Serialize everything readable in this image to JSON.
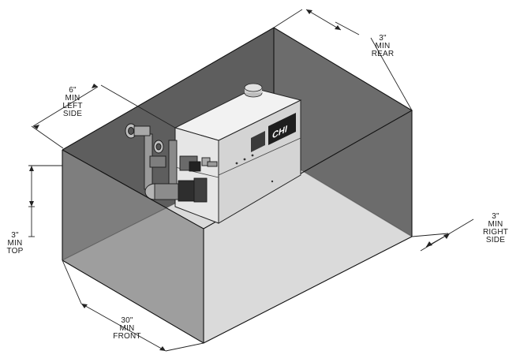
{
  "diagram": {
    "clearances": {
      "rear": {
        "value": "3\"",
        "min": "MIN",
        "side": "REAR"
      },
      "left": {
        "value": "6\"",
        "min": "MIN",
        "line1": "LEFT",
        "line2": "SIDE"
      },
      "top": {
        "value": "3\"",
        "min": "MIN",
        "side": "TOP"
      },
      "right": {
        "value": "3\"",
        "min": "MIN",
        "line1": "RIGHT",
        "line2": "SIDE"
      },
      "front": {
        "value": "30\"",
        "min": "MIN",
        "side": "FRONT"
      }
    },
    "unit": {
      "brand_logo": "CHI"
    }
  },
  "colors": {
    "box_back_wall": "#5c5c5c",
    "box_left_wall": "#7a7a7a",
    "box_floor": "#d9d9d9",
    "unit_body": "#ececec",
    "unit_dark": "#2b2b2b"
  }
}
